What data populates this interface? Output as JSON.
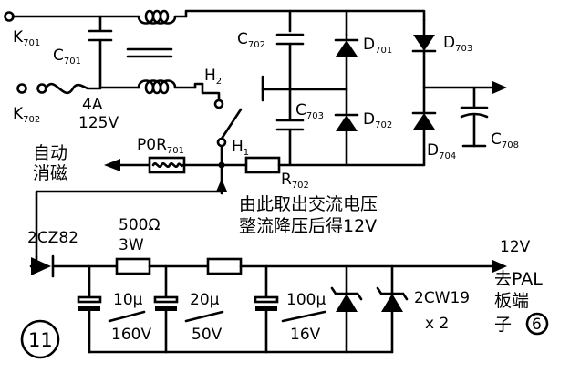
{
  "labels": {
    "k701": "K",
    "k701_sub": "701",
    "k702": "K",
    "k702_sub": "702",
    "c701": "C",
    "c701_sub": "701",
    "fuse_current": "4A",
    "fuse_voltage": "125V",
    "h2": "H",
    "h2_sub": "2",
    "h1": "H",
    "h1_sub": "1",
    "por": "P0R",
    "por_sub": "701",
    "r702": "R",
    "r702_sub": "702",
    "c702": "C",
    "c702_sub": "702",
    "c703": "C",
    "c703_sub": "703",
    "d701": "D",
    "d701_sub": "701",
    "d702": "D",
    "d702_sub": "702",
    "d703": "D",
    "d703_sub": "703",
    "d704": "D",
    "d704_sub": "704",
    "c708": "C",
    "c708_sub": "708",
    "auto_degauss_1": "自动",
    "auto_degauss_2": "消磁",
    "note_line1": "由此取出交流电压",
    "note_line2": "整流降压后得12V",
    "diode_2cz82": "2CZ82",
    "res_value": "500Ω",
    "res_power": "3W",
    "cap1_value": "10μ",
    "cap1_voltage": "160V",
    "cap2_value": "20μ",
    "cap2_voltage": "50V",
    "cap3_value": "100μ",
    "cap3_voltage": "16V",
    "zener_type": "2CW19",
    "zener_count": "x 2",
    "out_voltage": "12V",
    "out_dest_1": "去PAL",
    "out_dest_2": "板端",
    "out_dest_3": "子",
    "out_terminal": "6",
    "figure_number": "11"
  }
}
